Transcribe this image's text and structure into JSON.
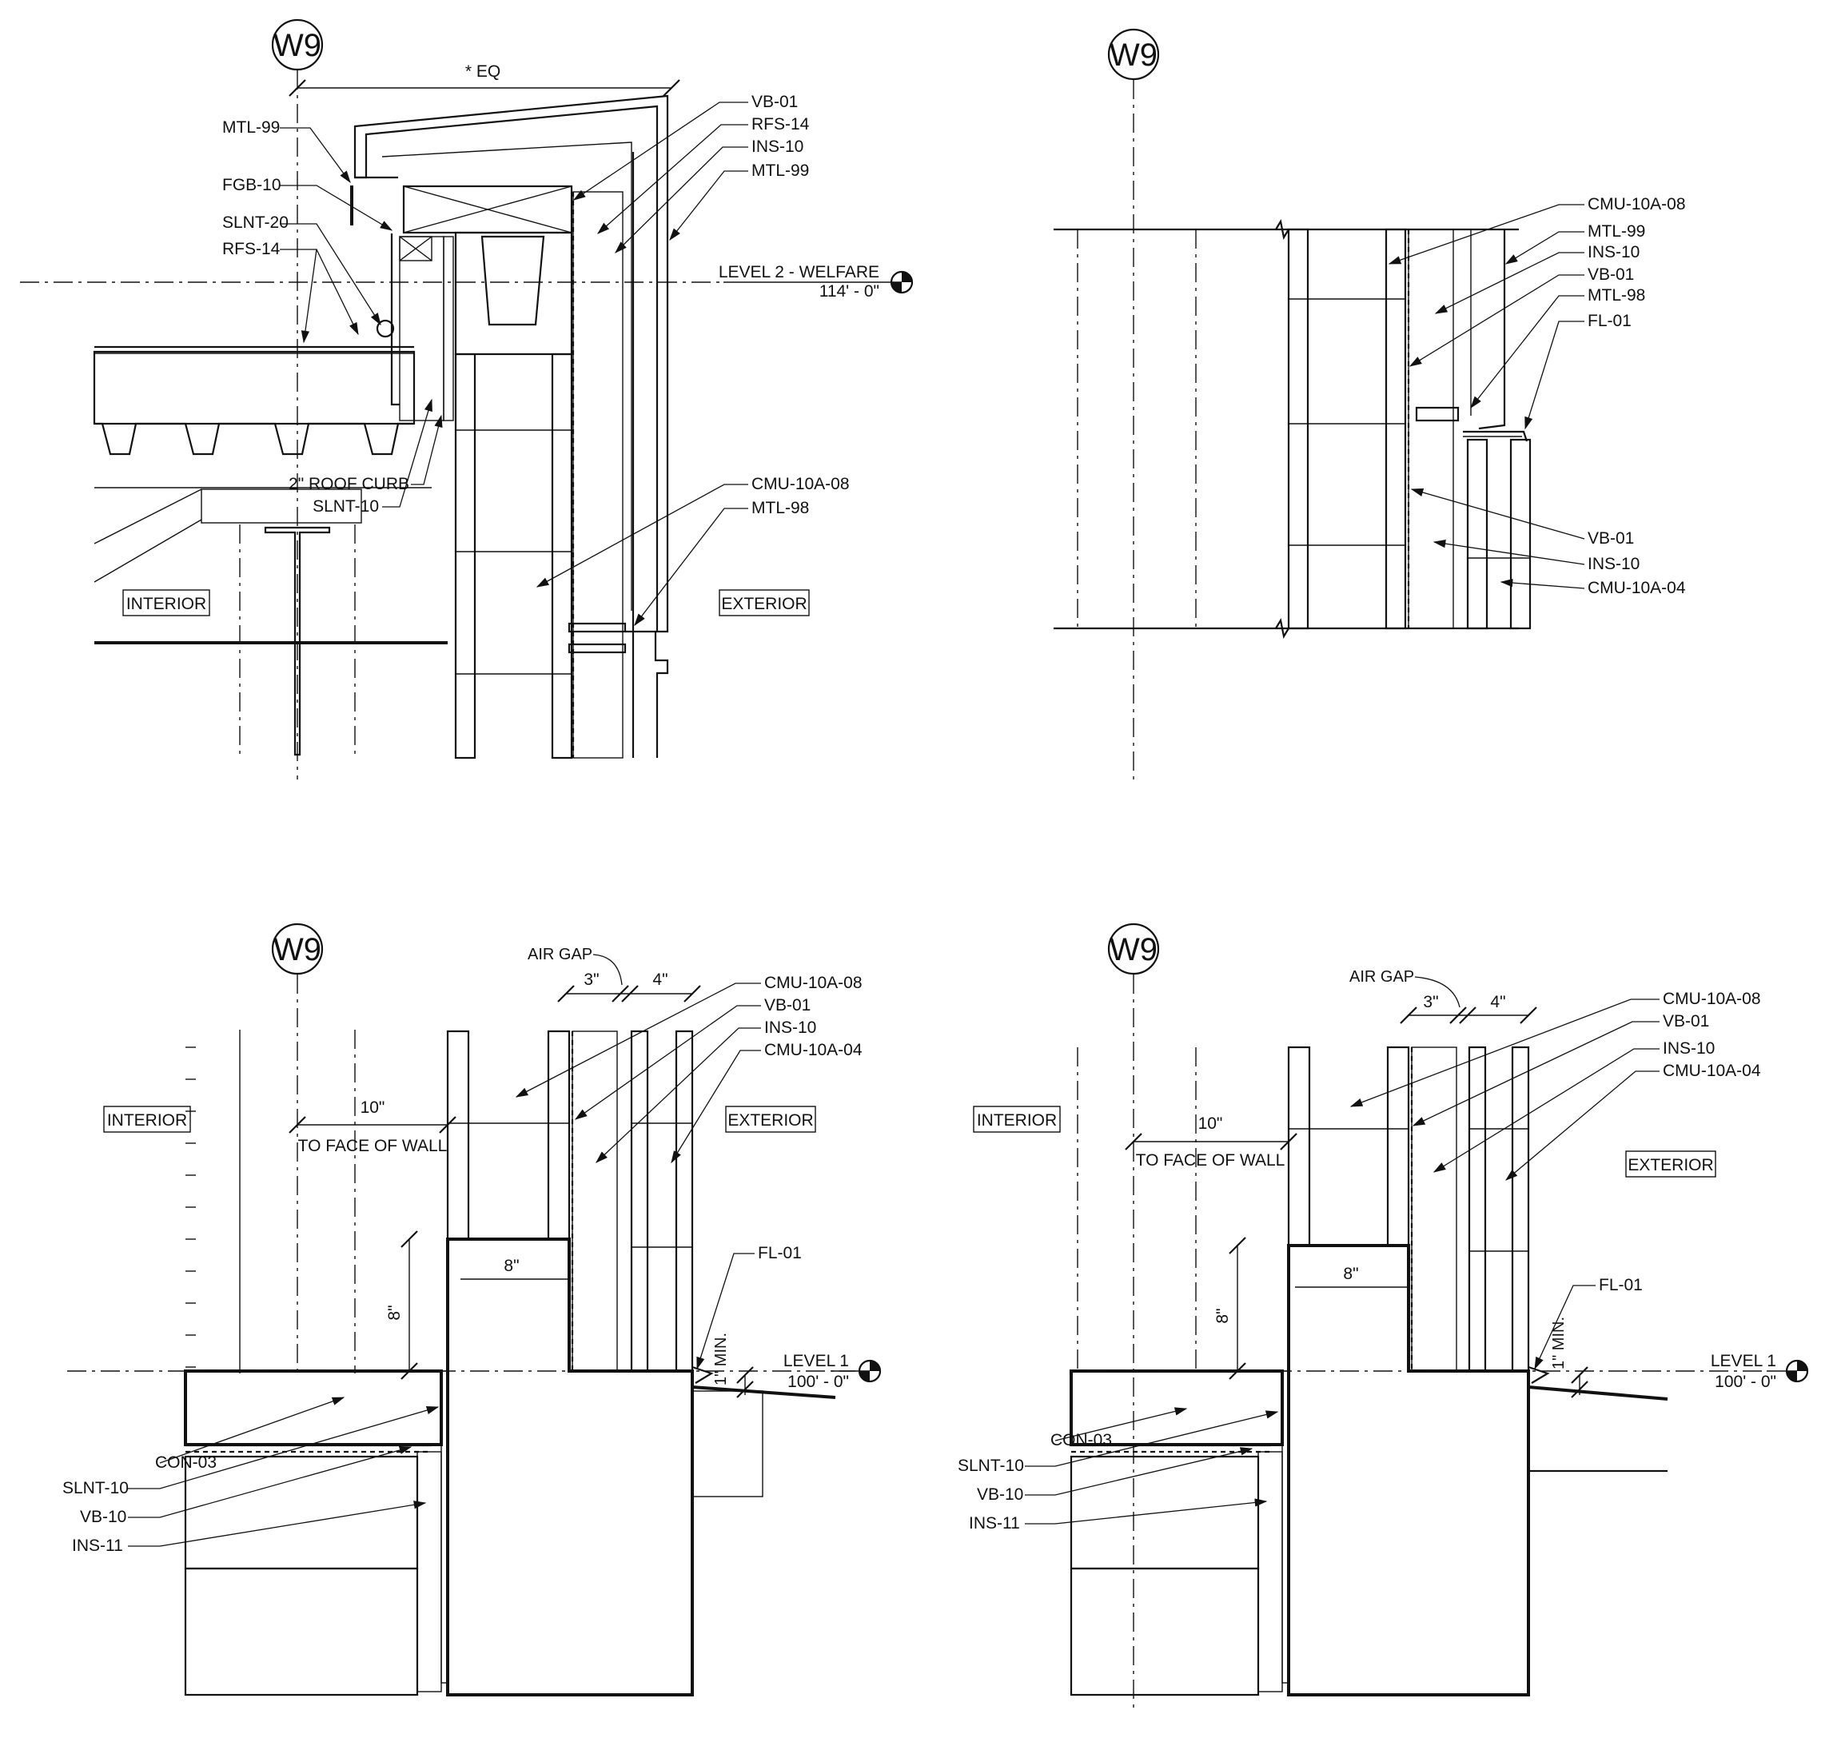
{
  "grid": {
    "tag": "W9"
  },
  "detail_1": {
    "eq_dim": "* EQ",
    "labels_left": [
      "MTL-99",
      "FGB-10",
      "SLNT-20",
      "RFS-14"
    ],
    "labels_right_top": [
      "VB-01",
      "RFS-14",
      "INS-10",
      "MTL-99"
    ],
    "labels_right_mid": [
      "CMU-10A-08",
      "MTL-98"
    ],
    "roof_curb": "2\" ROOF CURB",
    "slnt": "SLNT-10",
    "interior": "INTERIOR",
    "exterior": "EXTERIOR",
    "level_name": "LEVEL 2 - WELFARE",
    "level_elev": "114' - 0\""
  },
  "detail_2": {
    "labels_top": [
      "CMU-10A-08",
      "MTL-99",
      "INS-10",
      "VB-01",
      "MTL-98",
      "FL-01"
    ],
    "labels_bottom": [
      "VB-01",
      "INS-10",
      "CMU-10A-04"
    ]
  },
  "detail_3": {
    "air_gap": "AIR GAP",
    "dim_3": "3\"",
    "dim_4": "4\"",
    "labels_right": [
      "CMU-10A-08",
      "VB-01",
      "INS-10",
      "CMU-10A-04"
    ],
    "interior": "INTERIOR",
    "exterior": "EXTERIOR",
    "dim_10": "10\"",
    "face_of_wall": "TO FACE OF WALL",
    "dim_8h": "8\"",
    "dim_8v": "8\"",
    "fl": "FL-01",
    "min": "1\" MIN.",
    "level_name": "LEVEL 1",
    "level_elev": "100' - 0\"",
    "labels_left": [
      "CON-03",
      "SLNT-10",
      "VB-10",
      "INS-11"
    ]
  },
  "detail_4": {
    "air_gap": "AIR GAP",
    "dim_3": "3\"",
    "dim_4": "4\"",
    "labels_right": [
      "CMU-10A-08",
      "VB-01",
      "INS-10",
      "CMU-10A-04"
    ],
    "interior": "INTERIOR",
    "exterior": "EXTERIOR",
    "dim_10": "10\"",
    "face_of_wall": "TO FACE OF WALL",
    "dim_8h": "8\"",
    "dim_8v": "8\"",
    "fl": "FL-01",
    "min": "1\" MIN.",
    "level_name": "LEVEL 1",
    "level_elev": "100' - 0\"",
    "labels_left": [
      "CON-03",
      "SLNT-10",
      "VB-10",
      "INS-11"
    ]
  }
}
